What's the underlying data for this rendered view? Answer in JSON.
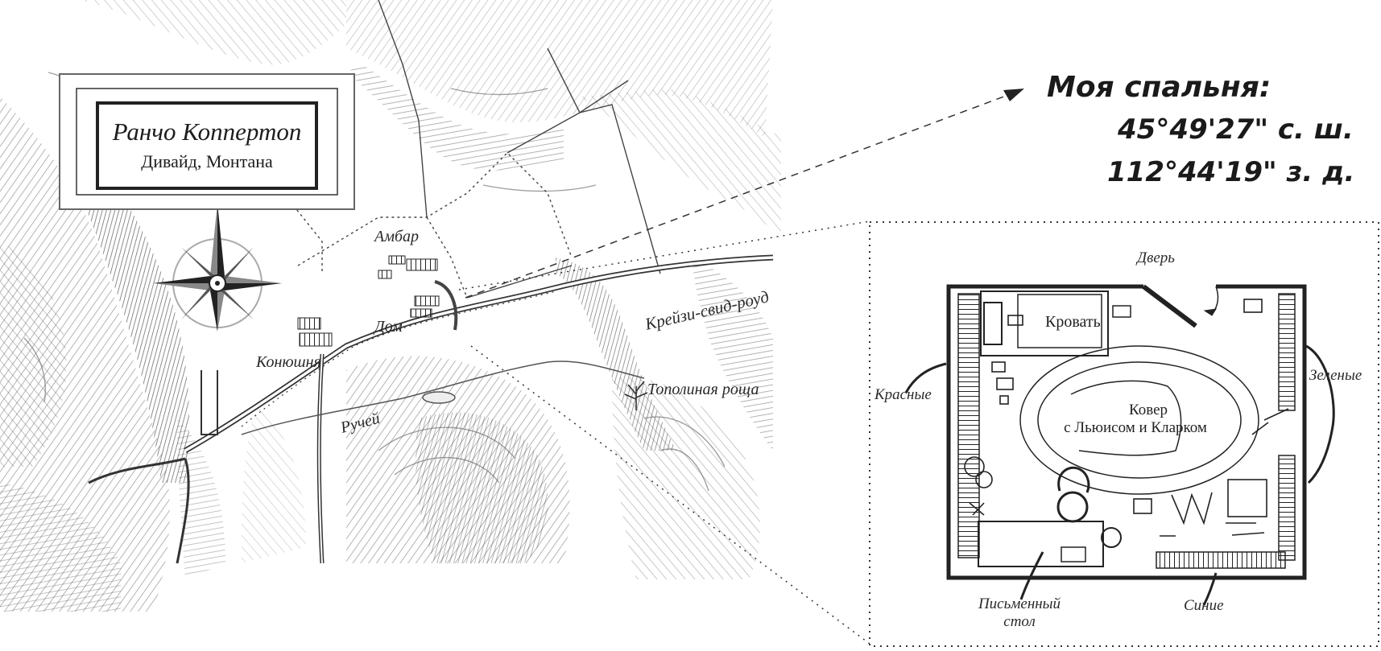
{
  "map": {
    "title": "Ранчо Коппертоп",
    "subtitle": "Дивайд, Монтана",
    "labels": {
      "barn": "Амбар",
      "house": "Дом",
      "stable": "Конюшня",
      "road": "Крейзи-свид-роуд",
      "creek": "Ручей",
      "grove": "Тополиная роща"
    }
  },
  "bedroom": {
    "heading": "Моя спальня:",
    "lat": "45°49'27\" с. ш.",
    "lon": "112°44'19\" з. д.",
    "labels": {
      "door": "Дверь",
      "bed": "Кровать",
      "rug_line1": "Ковер",
      "rug_line2": "с Льюисом и Кларком",
      "red": "Красные",
      "green": "Зеленые",
      "blue": "Синие",
      "desk_line1": "Письменный",
      "desk_line2": "стол"
    }
  },
  "colors": {
    "ink": "#222222",
    "paper": "#ffffff",
    "hatch": "#555555"
  }
}
